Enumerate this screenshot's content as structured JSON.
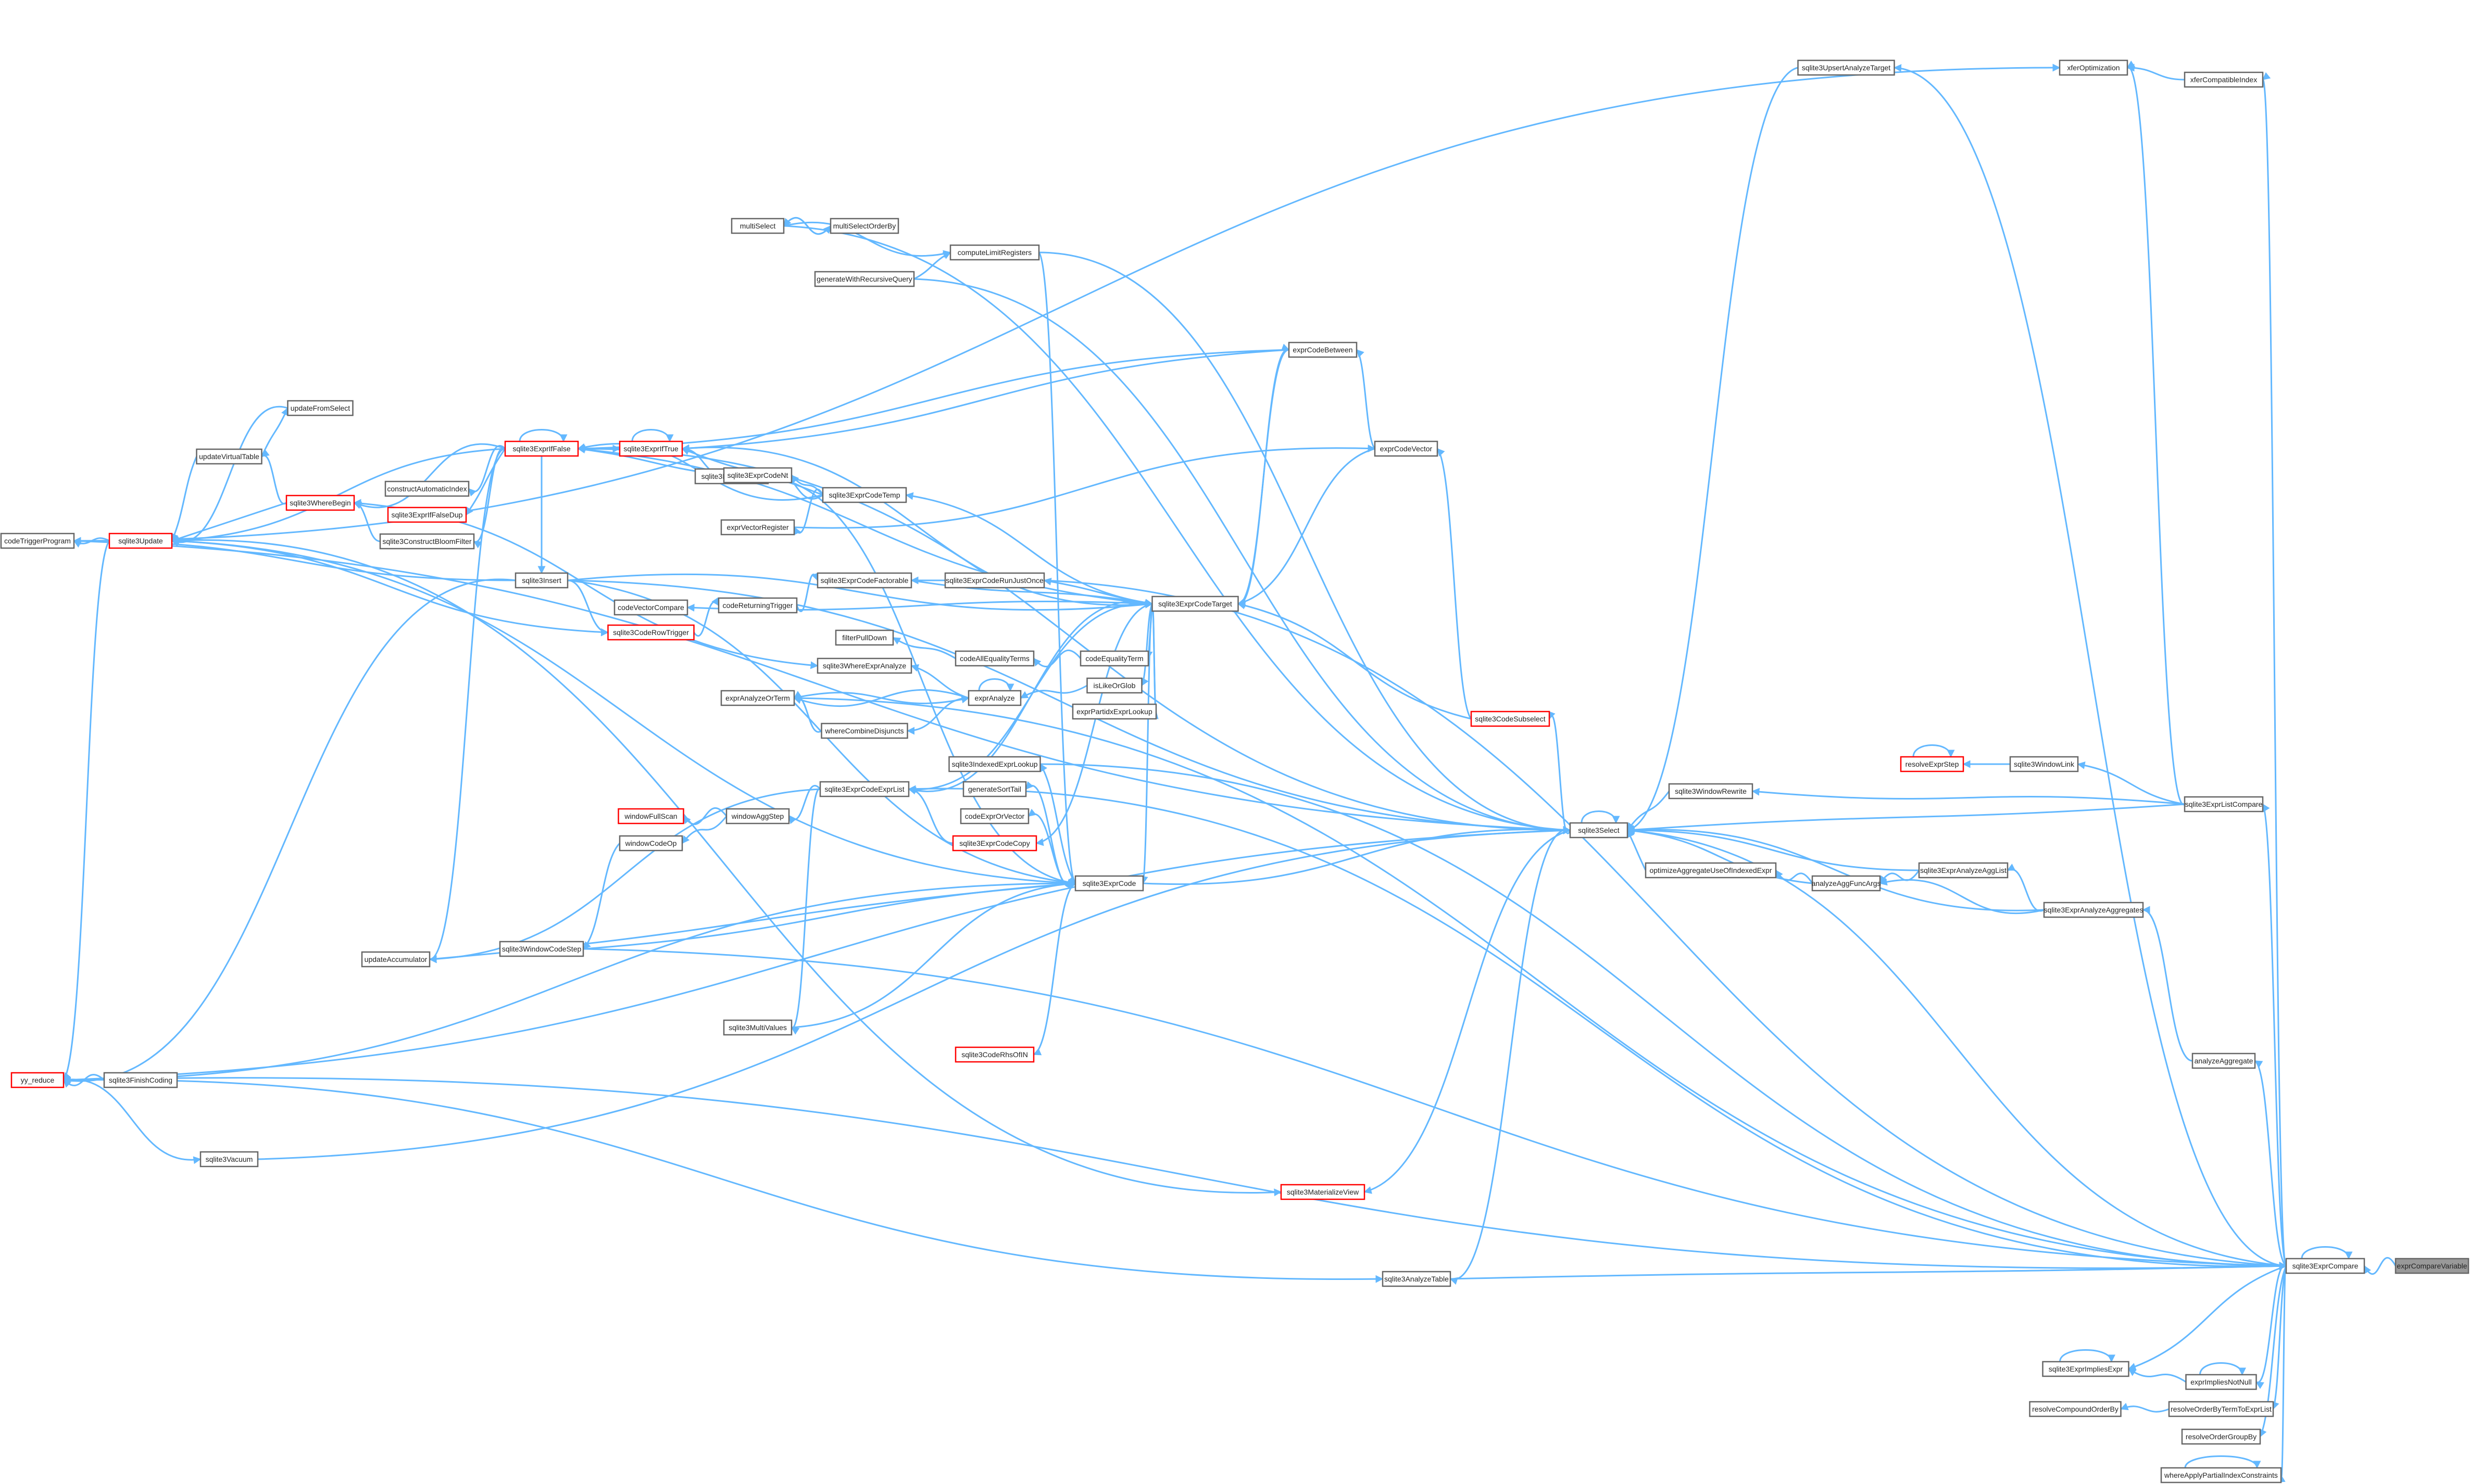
{
  "colors": {
    "edge": "#63b8ff",
    "node_border": "#666666",
    "node_border_red": "#ff0000",
    "focus_fill": "#999999"
  },
  "nodes": [
    {
      "id": "exprCompareVariable",
      "label": "exprCompareVariable",
      "style": "focus"
    },
    {
      "id": "sqlite3ExprCompare",
      "label": "sqlite3ExprCompare"
    },
    {
      "id": "sqlite3ExprListCompare",
      "label": "sqlite3ExprListCompare"
    },
    {
      "id": "analyzeAggregate",
      "label": "analyzeAggregate"
    },
    {
      "id": "sqlite3ExprAnalyzeAggregates",
      "label": "sqlite3ExprAnalyzeAggregates"
    },
    {
      "id": "sqlite3ExprAnalyzeAggList",
      "label": "sqlite3ExprAnalyzeAggList"
    },
    {
      "id": "analyzeAggFuncArgs",
      "label": "analyzeAggFuncArgs"
    },
    {
      "id": "optimizeAggregateUseOfIndexedExpr",
      "label": "optimizeAggregateUseOfIndexedExpr"
    },
    {
      "id": "sqlite3Select",
      "label": "sqlite3Select"
    },
    {
      "id": "sqlite3WindowRewrite",
      "label": "sqlite3WindowRewrite"
    },
    {
      "id": "sqlite3WindowLink",
      "label": "sqlite3WindowLink"
    },
    {
      "id": "resolveExprStep",
      "label": "resolveExprStep",
      "style": "red"
    },
    {
      "id": "sqlite3ExprImpliesExpr",
      "label": "sqlite3ExprImpliesExpr"
    },
    {
      "id": "exprImpliesNotNull",
      "label": "exprImpliesNotNull"
    },
    {
      "id": "resolveCompoundOrderBy",
      "label": "resolveCompoundOrderBy"
    },
    {
      "id": "resolveOrderByTermToExprList",
      "label": "resolveOrderByTermToExprList"
    },
    {
      "id": "resolveOrderGroupBy",
      "label": "resolveOrderGroupBy"
    },
    {
      "id": "whereApplyPartialIndexConstraints",
      "label": "whereApplyPartialIndexConstraints"
    },
    {
      "id": "sqlite3UpsertAnalyzeTarget",
      "label": "sqlite3UpsertAnalyzeTarget"
    },
    {
      "id": "xferOptimization",
      "label": "xferOptimization"
    },
    {
      "id": "xferCompatibleIndex",
      "label": "xferCompatibleIndex"
    },
    {
      "id": "sqlite3CodeSubselect",
      "label": "sqlite3CodeSubselect",
      "style": "red"
    },
    {
      "id": "exprCodeBetween",
      "label": "exprCodeBetween"
    },
    {
      "id": "exprCodeVector",
      "label": "exprCodeVector"
    },
    {
      "id": "sqlite3ExprCodeTarget",
      "label": "sqlite3ExprCodeTarget"
    },
    {
      "id": "sqlite3ExprCode",
      "label": "sqlite3ExprCode"
    },
    {
      "id": "sqlite3ExprCodeExprList",
      "label": "sqlite3ExprCodeExprList"
    },
    {
      "id": "sqlite3ExprCodeTemp",
      "label": "sqlite3ExprCodeTemp"
    },
    {
      "id": "sqlite3ExprCodeRunJustOnce",
      "label": "sqlite3ExprCodeRunJustOnce"
    },
    {
      "id": "sqlite3ExprCodeFactorable",
      "label": "sqlite3ExprCodeFactorable"
    },
    {
      "id": "sqlite3ExprCodeCopy",
      "label": "sqlite3ExprCodeCopy",
      "style": "red"
    },
    {
      "id": "sqlite3ExprCodeIN",
      "label": "sqlite3ExprCodeIN"
    },
    {
      "id": "sqlite3ExprIfFalse",
      "label": "sqlite3ExprIfFalse",
      "style": "red"
    },
    {
      "id": "sqlite3ExprIfTrue",
      "label": "sqlite3ExprIfTrue",
      "style": "red"
    },
    {
      "id": "sqlite3ExprIfFalseDup",
      "label": "sqlite3ExprIfFalseDup",
      "style": "red"
    },
    {
      "id": "sqlite3WhereBegin",
      "label": "sqlite3WhereBegin",
      "style": "red"
    },
    {
      "id": "constructAutomaticIndex",
      "label": "constructAutomaticIndex"
    },
    {
      "id": "sqlite3ConstructBloomFilter",
      "label": "sqlite3ConstructBloomFilter"
    },
    {
      "id": "updateFromSelect",
      "label": "updateFromSelect"
    },
    {
      "id": "updateVirtualTable",
      "label": "updateVirtualTable"
    },
    {
      "id": "sqlite3Update",
      "label": "sqlite3Update",
      "style": "red"
    },
    {
      "id": "codeTriggerProgram",
      "label": "codeTriggerProgram"
    },
    {
      "id": "sqlite3Insert",
      "label": "sqlite3Insert"
    },
    {
      "id": "yy_reduce",
      "label": "yy_reduce",
      "style": "red"
    },
    {
      "id": "sqlite3FinishCoding",
      "label": "sqlite3FinishCoding"
    },
    {
      "id": "sqlite3Vacuum",
      "label": "sqlite3Vacuum"
    },
    {
      "id": "updateAccumulator",
      "label": "updateAccumulator"
    },
    {
      "id": "sqlite3WindowCodeStep",
      "label": "sqlite3WindowCodeStep"
    },
    {
      "id": "sqlite3MultiValues",
      "label": "sqlite3MultiValues"
    },
    {
      "id": "sqlite3CodeRhsOfIN",
      "label": "sqlite3CodeRhsOfIN",
      "style": "red"
    },
    {
      "id": "sqlite3MaterializeView",
      "label": "sqlite3MaterializeView",
      "style": "red"
    },
    {
      "id": "sqlite3AnalyzeTable",
      "label": "sqlite3AnalyzeTable"
    },
    {
      "id": "windowFullScan",
      "label": "windowFullScan",
      "style": "red"
    },
    {
      "id": "windowAggStep",
      "label": "windowAggStep"
    },
    {
      "id": "windowCodeOp",
      "label": "windowCodeOp"
    },
    {
      "id": "codeExprOrVector",
      "label": "codeExprOrVector"
    },
    {
      "id": "generateSortTail",
      "label": "generateSortTail"
    },
    {
      "id": "sqlite3IndexedExprLookup",
      "label": "sqlite3IndexedExprLookup"
    },
    {
      "id": "exprPartidxExprLookup",
      "label": "exprPartidxExprLookup"
    },
    {
      "id": "isLikeOrGlob",
      "label": "isLikeOrGlob"
    },
    {
      "id": "exprAnalyze",
      "label": "exprAnalyze"
    },
    {
      "id": "exprAnalyzeOrTerm",
      "label": "exprAnalyzeOrTerm"
    },
    {
      "id": "sqlite3WhereExprAnalyze",
      "label": "sqlite3WhereExprAnalyze"
    },
    {
      "id": "whereCombineDisjuncts",
      "label": "whereCombineDisjuncts"
    },
    {
      "id": "codeEqualityTerm",
      "label": "codeEqualityTerm"
    },
    {
      "id": "codeAllEqualityTerms",
      "label": "codeAllEqualityTerms"
    },
    {
      "id": "filterPullDown",
      "label": "filterPullDown"
    },
    {
      "id": "codeVectorCompare",
      "label": "codeVectorCompare"
    },
    {
      "id": "sqlite3CodeRowTrigger",
      "label": "sqlite3CodeRowTrigger",
      "style": "red"
    },
    {
      "id": "codeReturningTrigger",
      "label": "codeReturningTrigger"
    },
    {
      "id": "exprVectorRegister",
      "label": "exprVectorRegister"
    },
    {
      "id": "sqlite3ExprCodeGetColumnOfTable",
      "label": "sqlite3ExprCodeNt"
    },
    {
      "id": "multiSelect",
      "label": "multiSelect"
    },
    {
      "id": "multiSelectOrderBy",
      "label": "multiSelectOrderBy"
    },
    {
      "id": "computeLimitRegisters",
      "label": "computeLimitRegisters"
    },
    {
      "id": "generateWithRecursiveQuery",
      "label": "generateWithRecursiveQuery"
    }
  ]
}
